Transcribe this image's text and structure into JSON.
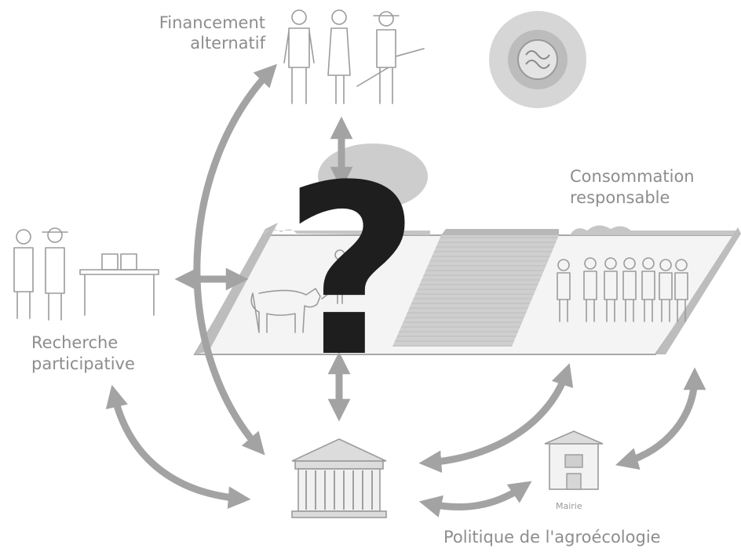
{
  "labels": {
    "financement_line1": "Financement",
    "financement_line2": "alternatif",
    "consommation_line1": "Consommation",
    "consommation_line2": "responsable",
    "recherche_line1": "Recherche",
    "recherche_line2": "participative",
    "politique": "Politique de l'agroécologie",
    "mairie": "Mairie"
  },
  "center_symbol": "?",
  "colors": {
    "arrow": "#a3a3a3",
    "text": "#8d8d8d",
    "question_mark": "#1e1e1e"
  }
}
